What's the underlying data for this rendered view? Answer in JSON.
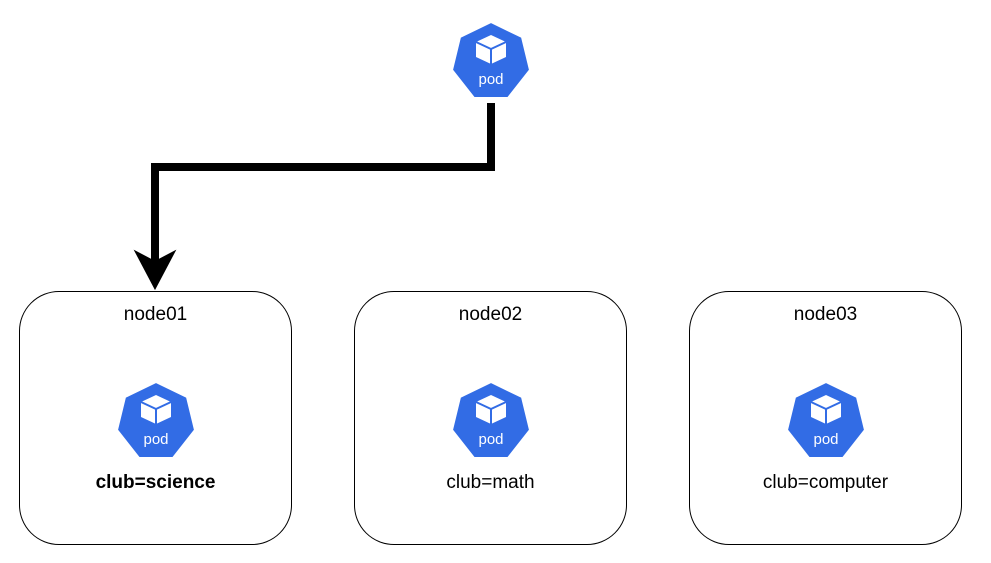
{
  "colors": {
    "pod_fill": "#326ce5",
    "pod_stroke": "#ffffff",
    "arrow": "#000000",
    "box_border": "#000000"
  },
  "top_pod": {
    "icon": "kubernetes-pod-icon",
    "label": "pod"
  },
  "nodes": [
    {
      "name": "node01",
      "pod_label": "pod",
      "club": "club=science",
      "club_bold": true
    },
    {
      "name": "node02",
      "pod_label": "pod",
      "club": "club=math",
      "club_bold": false
    },
    {
      "name": "node03",
      "pod_label": "pod",
      "club": "club=computer",
      "club_bold": false
    }
  ]
}
